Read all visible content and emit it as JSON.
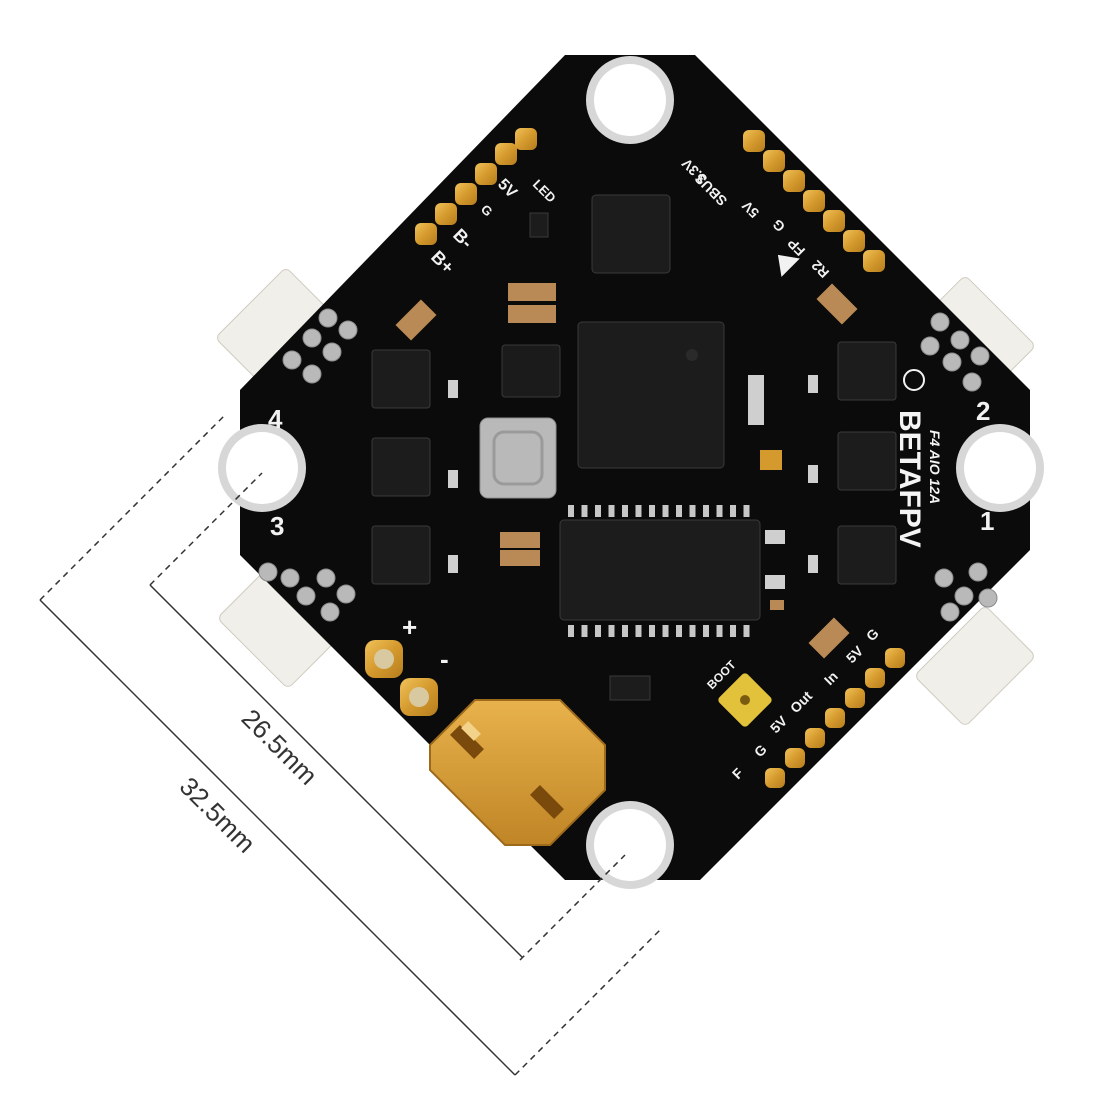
{
  "board": {
    "brand": "BETAFPV",
    "model": "F4 AIO 12A",
    "motor_labels": [
      "1",
      "2",
      "3",
      "4"
    ],
    "pads_top_left": [
      "LED",
      "5V",
      "G",
      "B-",
      "B+"
    ],
    "pads_top_right": [
      "3.3V",
      "SBUS",
      "5V",
      "G",
      "FP",
      "R2"
    ],
    "pads_bottom_right": [
      "G",
      "5V",
      "In",
      "Out",
      "5V",
      "G",
      "F"
    ],
    "power_labels": {
      "plus": "+",
      "minus": "-"
    },
    "boot_label": "BOOT"
  },
  "dimensions": {
    "inner": "26.5mm",
    "outer": "32.5mm"
  },
  "colors": {
    "pcb": "#0b0b0b",
    "gold": "#d9a53a",
    "silkscreen": "#f2f2f2",
    "chip": "#1c1c1c",
    "dimension_line": "#333333"
  }
}
